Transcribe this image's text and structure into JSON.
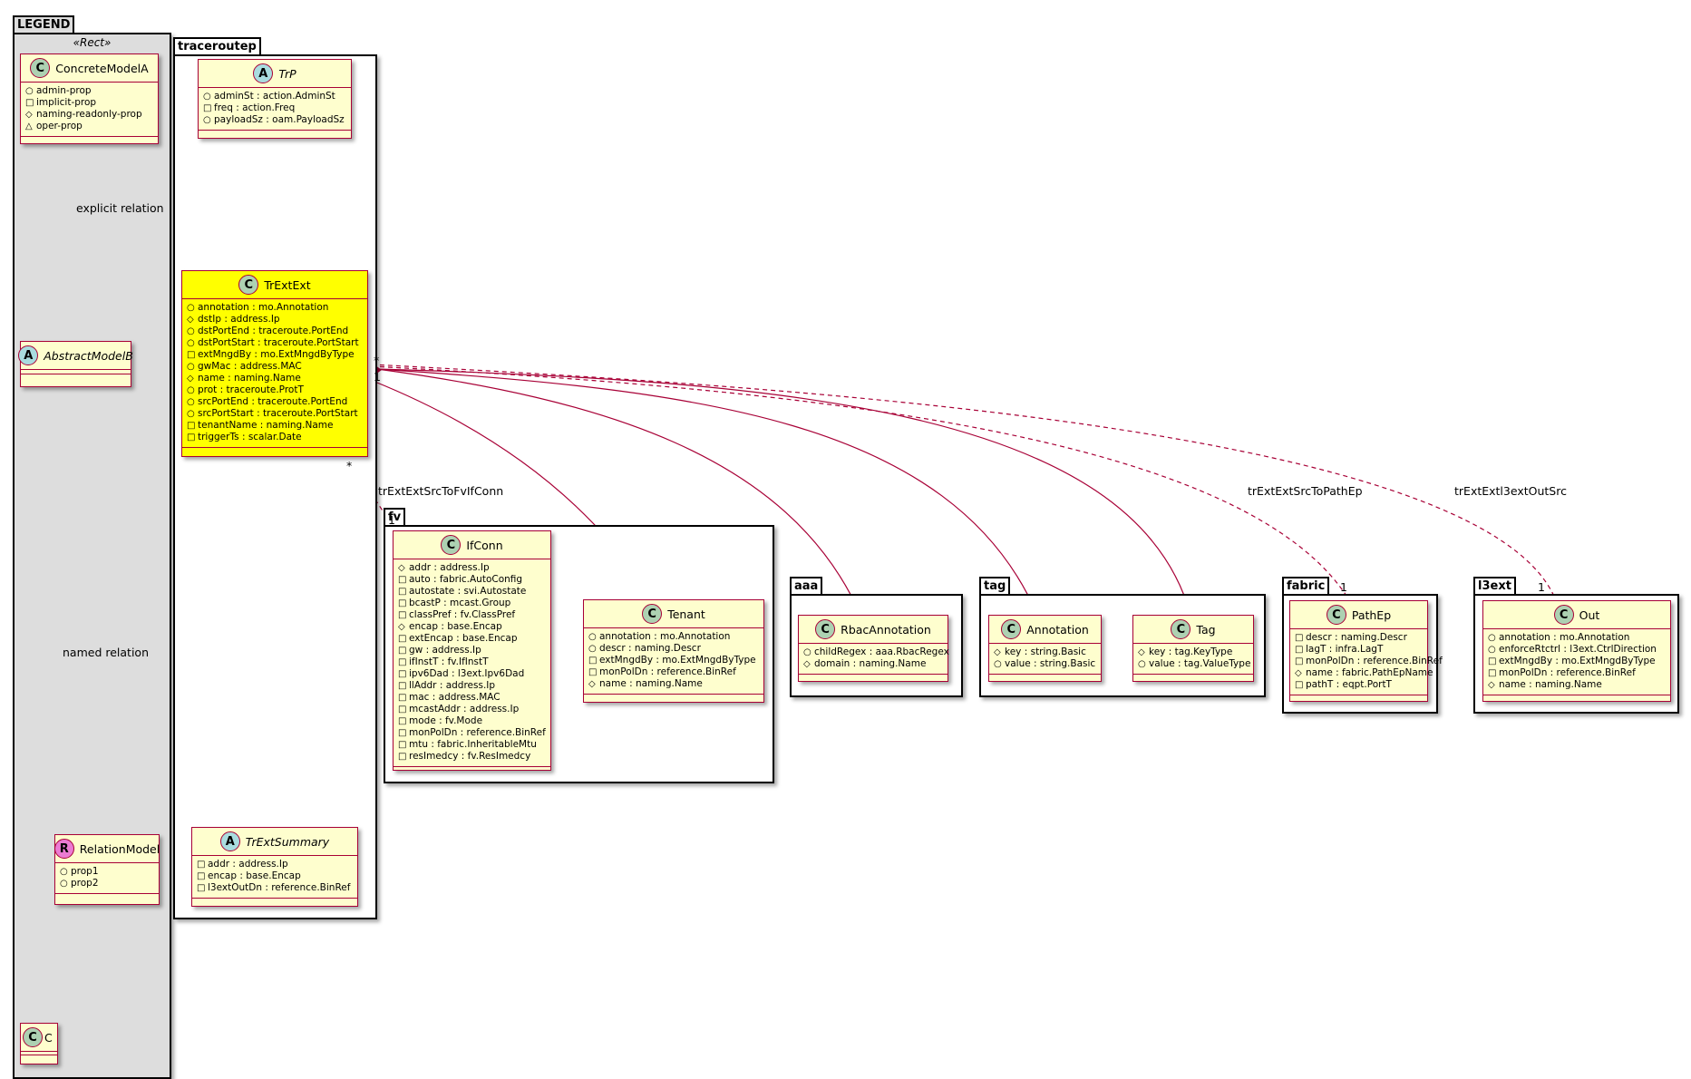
{
  "colors": {
    "class_fill": "#fefece",
    "class_border": "#a80036",
    "highlight_fill": "#ffff00",
    "legend_fill": "#dddddd",
    "circle_class": "#add1b2",
    "circle_abstract": "#a9dcdf",
    "circle_relation": "#eb7bd3"
  },
  "packages": {
    "legend": "LEGEND",
    "traceroutep": "traceroutep",
    "fv": "fv",
    "aaa": "aaa",
    "tag": "tag",
    "fabric": "fabric",
    "l3ext": "l3ext"
  },
  "legend": {
    "stereotype": "«Rect»",
    "concrete": {
      "letter": "C",
      "name": "ConcreteModelA",
      "attrs": [
        {
          "vis": "○",
          "text": "admin-prop"
        },
        {
          "vis": "□",
          "text": "implicit-prop"
        },
        {
          "vis": "◇",
          "text": "naming-readonly-prop"
        },
        {
          "vis": "△",
          "text": "oper-prop"
        }
      ]
    },
    "abstract": {
      "letter": "A",
      "name": "AbstractModelB"
    },
    "relation": {
      "letter": "R",
      "name": "RelationModel",
      "attrs": [
        {
          "vis": "○",
          "text": "prop1"
        },
        {
          "vis": "○",
          "text": "prop2"
        }
      ]
    },
    "c": {
      "letter": "C",
      "name": "C"
    },
    "explicit_relation": "explicit relation",
    "named_relation": "named relation"
  },
  "classes": {
    "trp": {
      "letter": "A",
      "name": "TrP",
      "attrs": [
        {
          "vis": "○",
          "text": "adminSt : action.AdminSt"
        },
        {
          "vis": "□",
          "text": "freq : action.Freq"
        },
        {
          "vis": "○",
          "text": "payloadSz : oam.PayloadSz"
        }
      ]
    },
    "trextext": {
      "letter": "C",
      "name": "TrExtExt",
      "attrs": [
        {
          "vis": "○",
          "text": "annotation : mo.Annotation"
        },
        {
          "vis": "◇",
          "text": "dstIp : address.Ip"
        },
        {
          "vis": "○",
          "text": "dstPortEnd : traceroute.PortEnd"
        },
        {
          "vis": "○",
          "text": "dstPortStart : traceroute.PortStart"
        },
        {
          "vis": "□",
          "text": "extMngdBy : mo.ExtMngdByType"
        },
        {
          "vis": "○",
          "text": "gwMac : address.MAC"
        },
        {
          "vis": "◇",
          "text": "name : naming.Name"
        },
        {
          "vis": "○",
          "text": "prot : traceroute.ProtT"
        },
        {
          "vis": "○",
          "text": "srcPortEnd : traceroute.PortEnd"
        },
        {
          "vis": "○",
          "text": "srcPortStart : traceroute.PortStart"
        },
        {
          "vis": "□",
          "text": "tenantName : naming.Name"
        },
        {
          "vis": "□",
          "text": "triggerTs : scalar.Date"
        }
      ]
    },
    "trextsummary": {
      "letter": "A",
      "name": "TrExtSummary",
      "attrs": [
        {
          "vis": "□",
          "text": "addr : address.Ip"
        },
        {
          "vis": "□",
          "text": "encap : base.Encap"
        },
        {
          "vis": "□",
          "text": "l3extOutDn : reference.BinRef"
        }
      ]
    },
    "ifconn": {
      "letter": "C",
      "name": "IfConn",
      "attrs": [
        {
          "vis": "◇",
          "text": "addr : address.Ip"
        },
        {
          "vis": "□",
          "text": "auto : fabric.AutoConfig"
        },
        {
          "vis": "□",
          "text": "autostate : svi.Autostate"
        },
        {
          "vis": "□",
          "text": "bcastP : mcast.Group"
        },
        {
          "vis": "□",
          "text": "classPref : fv.ClassPref"
        },
        {
          "vis": "◇",
          "text": "encap : base.Encap"
        },
        {
          "vis": "□",
          "text": "extEncap : base.Encap"
        },
        {
          "vis": "□",
          "text": "gw : address.Ip"
        },
        {
          "vis": "□",
          "text": "ifInstT : fv.IfInstT"
        },
        {
          "vis": "□",
          "text": "ipv6Dad : l3ext.Ipv6Dad"
        },
        {
          "vis": "□",
          "text": "llAddr : address.Ip"
        },
        {
          "vis": "□",
          "text": "mac : address.MAC"
        },
        {
          "vis": "□",
          "text": "mcastAddr : address.Ip"
        },
        {
          "vis": "□",
          "text": "mode : fv.Mode"
        },
        {
          "vis": "□",
          "text": "monPolDn : reference.BinRef"
        },
        {
          "vis": "□",
          "text": "mtu : fabric.InheritableMtu"
        },
        {
          "vis": "□",
          "text": "resImedcy : fv.ResImedcy"
        }
      ]
    },
    "tenant": {
      "letter": "C",
      "name": "Tenant",
      "attrs": [
        {
          "vis": "○",
          "text": "annotation : mo.Annotation"
        },
        {
          "vis": "○",
          "text": "descr : naming.Descr"
        },
        {
          "vis": "□",
          "text": "extMngdBy : mo.ExtMngdByType"
        },
        {
          "vis": "□",
          "text": "monPolDn : reference.BinRef"
        },
        {
          "vis": "◇",
          "text": "name : naming.Name"
        }
      ]
    },
    "rbacannotation": {
      "letter": "C",
      "name": "RbacAnnotation",
      "attrs": [
        {
          "vis": "○",
          "text": "childRegex : aaa.RbacRegex"
        },
        {
          "vis": "◇",
          "text": "domain : naming.Name"
        }
      ]
    },
    "annotation": {
      "letter": "C",
      "name": "Annotation",
      "attrs": [
        {
          "vis": "◇",
          "text": "key : string.Basic"
        },
        {
          "vis": "○",
          "text": "value : string.Basic"
        }
      ]
    },
    "tag": {
      "letter": "C",
      "name": "Tag",
      "attrs": [
        {
          "vis": "◇",
          "text": "key : tag.KeyType"
        },
        {
          "vis": "○",
          "text": "value : tag.ValueType"
        }
      ]
    },
    "pathep": {
      "letter": "C",
      "name": "PathEp",
      "attrs": [
        {
          "vis": "□",
          "text": "descr : naming.Descr"
        },
        {
          "vis": "□",
          "text": "lagT : infra.LagT"
        },
        {
          "vis": "□",
          "text": "monPolDn : reference.BinRef"
        },
        {
          "vis": "◇",
          "text": "name : fabric.PathEpName"
        },
        {
          "vis": "□",
          "text": "pathT : eqpt.PortT"
        }
      ]
    },
    "out": {
      "letter": "C",
      "name": "Out",
      "attrs": [
        {
          "vis": "○",
          "text": "annotation : mo.Annotation"
        },
        {
          "vis": "○",
          "text": "enforceRtctrl : l3ext.CtrlDirection"
        },
        {
          "vis": "□",
          "text": "extMngdBy : mo.ExtMngdByType"
        },
        {
          "vis": "□",
          "text": "monPolDn : reference.BinRef"
        },
        {
          "vis": "◇",
          "text": "name : naming.Name"
        }
      ]
    }
  },
  "relations": {
    "to_fvifconn": "trExtExtSrcToFvIfConn",
    "to_pathep": "trExtExtSrcToPathEp",
    "to_l3extout": "trExtExtl3extOutSrc",
    "mult_star": "*",
    "mult_one": "1"
  }
}
